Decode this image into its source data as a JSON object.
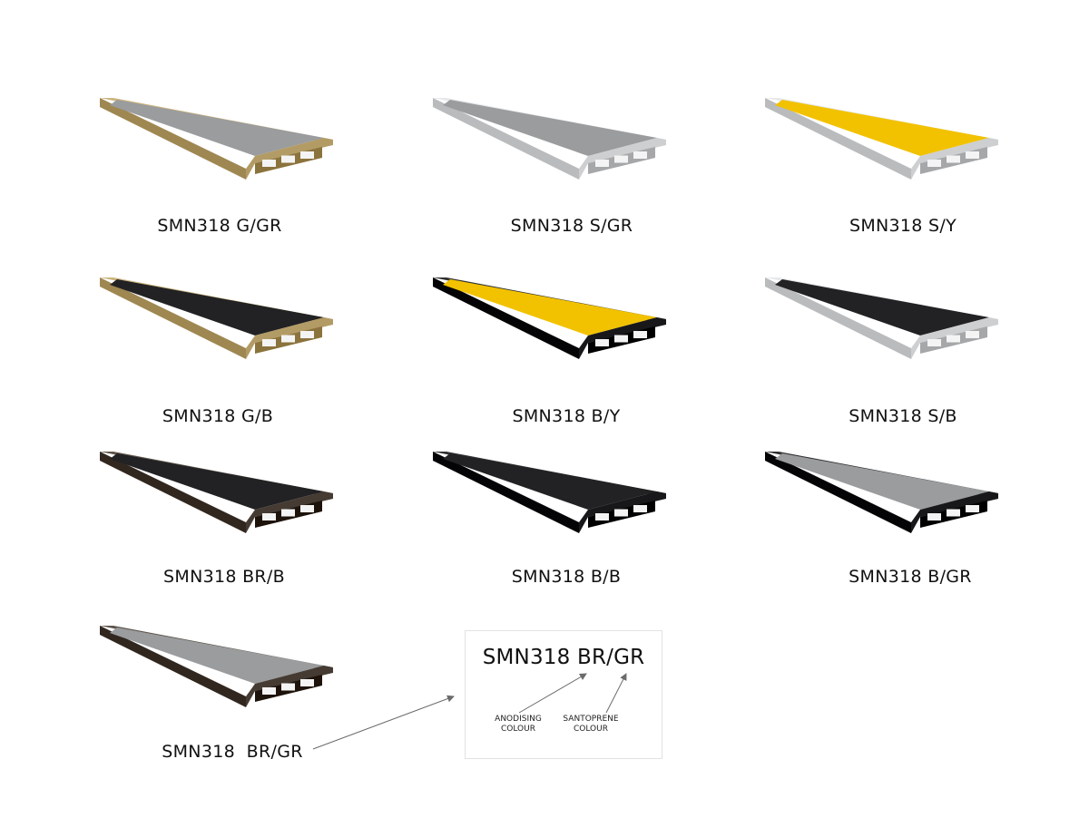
{
  "colors": {
    "gold": "#b8a06a",
    "silver": "#d2d4d6",
    "black": "#1d1d1f",
    "bronze": "#4a4038",
    "grey_insert": "#9a9c9e",
    "yellow_insert": "#f2c200",
    "black_insert": "#222224"
  },
  "products": [
    {
      "label": "SMN318 G/GR",
      "body": "gold",
      "insert": "grey_insert"
    },
    {
      "label": "SMN318 S/GR",
      "body": "silver",
      "insert": "grey_insert"
    },
    {
      "label": "SMN318 S/Y",
      "body": "silver",
      "insert": "yellow_insert"
    },
    {
      "label": "SMN318 G/B",
      "body": "gold",
      "insert": "black_insert"
    },
    {
      "label": "SMN318 B/Y",
      "body": "black",
      "insert": "yellow_insert"
    },
    {
      "label": "SMN318 S/B",
      "body": "silver",
      "insert": "black_insert"
    },
    {
      "label": "SMN318 BR/B",
      "body": "bronze",
      "insert": "black_insert"
    },
    {
      "label": "SMN318 B/B",
      "body": "black",
      "insert": "black_insert"
    },
    {
      "label": "SMN318 B/GR",
      "body": "black",
      "insert": "grey_insert"
    },
    {
      "label": "SMN318  BR/GR",
      "body": "bronze",
      "insert": "grey_insert"
    }
  ],
  "legend": {
    "title": "SMN318 BR/GR",
    "note_left_1": "ANODISING",
    "note_left_2": "COLOUR",
    "note_right_1": "SANTOPRENE",
    "note_right_2": "COLOUR"
  }
}
